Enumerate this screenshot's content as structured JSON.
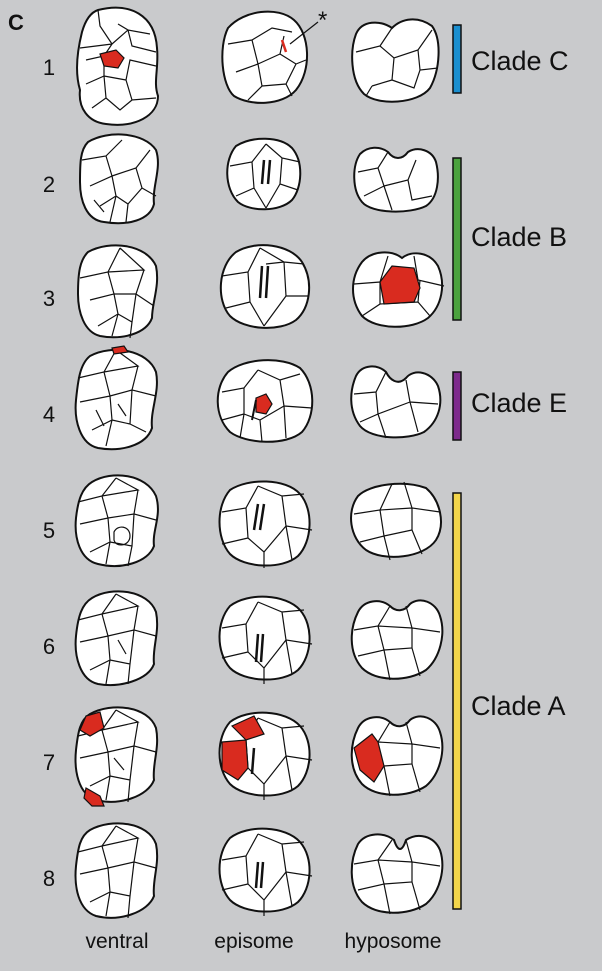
{
  "panel_letter": "C",
  "row_labels": [
    "1",
    "2",
    "3",
    "4",
    "5",
    "6",
    "7",
    "8"
  ],
  "column_labels": {
    "ventral": "ventral",
    "episome": "episome",
    "hyposome": "hyposome"
  },
  "asterisk": "*",
  "clades": [
    {
      "label": "Clade C",
      "color": "#1a8fd0",
      "rows": [
        1
      ]
    },
    {
      "label": "Clade B",
      "color": "#4ba23e",
      "rows": [
        2,
        3
      ]
    },
    {
      "label": "Clade E",
      "color": "#7d2a8c",
      "rows": [
        4
      ]
    },
    {
      "label": "Clade A",
      "color": "#f3d64b",
      "rows": [
        5,
        6,
        7,
        8
      ]
    }
  ],
  "highlight_color": "#d92b1f"
}
